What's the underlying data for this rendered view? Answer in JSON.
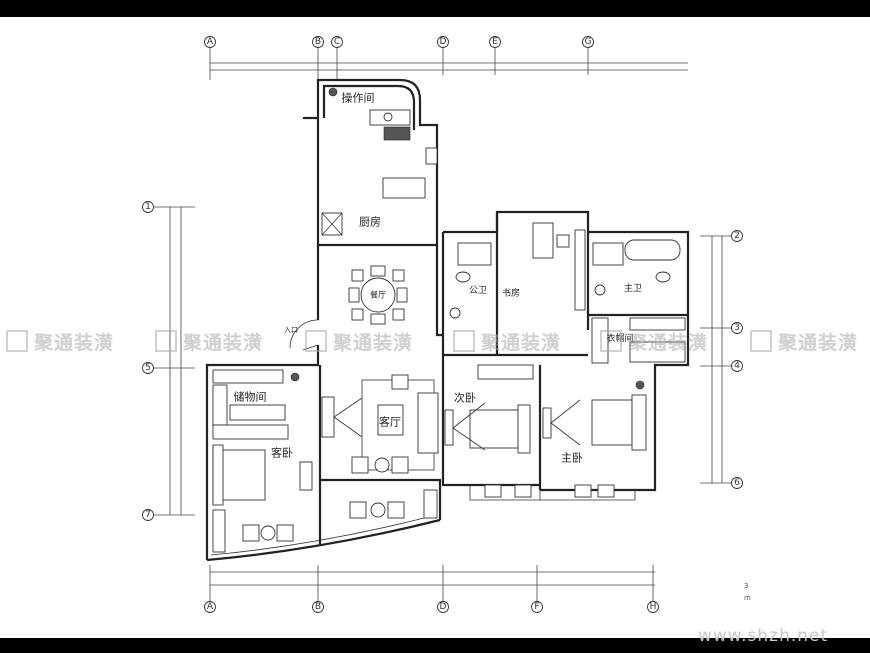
{
  "axes": {
    "top": [
      "A",
      "B",
      "C",
      "D",
      "E",
      "G"
    ],
    "bottom": [
      "A",
      "B",
      "D",
      "F",
      "H"
    ],
    "left": [
      "1",
      "5",
      "7"
    ],
    "right": [
      "2",
      "3",
      "4",
      "6"
    ]
  },
  "rooms": {
    "operation_room": "操作间",
    "kitchen": "厨房",
    "dining": "餐厅",
    "public_bath": "公卫",
    "study": "书房",
    "master_bath": "主卫",
    "cloakroom": "衣帽间",
    "storage": "储物间",
    "guest_bedroom": "客卧",
    "living_room": "客厅",
    "second_bedroom": "次卧",
    "master_bedroom": "主卧",
    "entrance": "入口"
  },
  "watermark": "聚通装潢",
  "notes": [
    "3",
    "m"
  ],
  "site_url": "www.shzh.net"
}
